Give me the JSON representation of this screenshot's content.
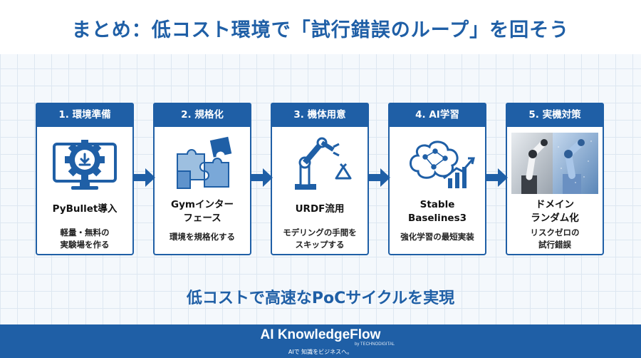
{
  "title": "まとめ：低コスト環境で「試行錯誤のループ」を回そう",
  "steps": [
    {
      "heading": "1. 環境準備",
      "main": "PyBullet導入",
      "sub": "軽量・無料の\n実験場を作る",
      "icon": "monitor-gear-download-icon"
    },
    {
      "heading": "2. 規格化",
      "main": "Gymインター\nフェース",
      "sub": "環境を規格化する",
      "icon": "puzzle-pieces-icon"
    },
    {
      "heading": "3. 機体用意",
      "main": "URDF流用",
      "sub": "モデリングの手間を\nスキップする",
      "icon": "robot-arm-recycle-icon"
    },
    {
      "heading": "4. AI学習",
      "main": "Stable\nBaselines3",
      "sub": "強化学習の最短実装",
      "icon": "brain-network-chart-icon"
    },
    {
      "heading": "5. 実機対策",
      "main": "ドメイン\nランダム化",
      "sub": "リスクゼロの\n試行錯誤",
      "icon": "robot-arm-photo"
    }
  ],
  "summary": "低コストで高速なPoCサイクルを実現",
  "footer": {
    "brand": "AI KnowledgeFlow",
    "by": "by TECHNODIGITAL",
    "tagline": "AIで 知識をビジネスへ。"
  },
  "colors": {
    "primary": "#1f5fa6",
    "background": "#f4f8fc",
    "card": "#ffffff"
  }
}
